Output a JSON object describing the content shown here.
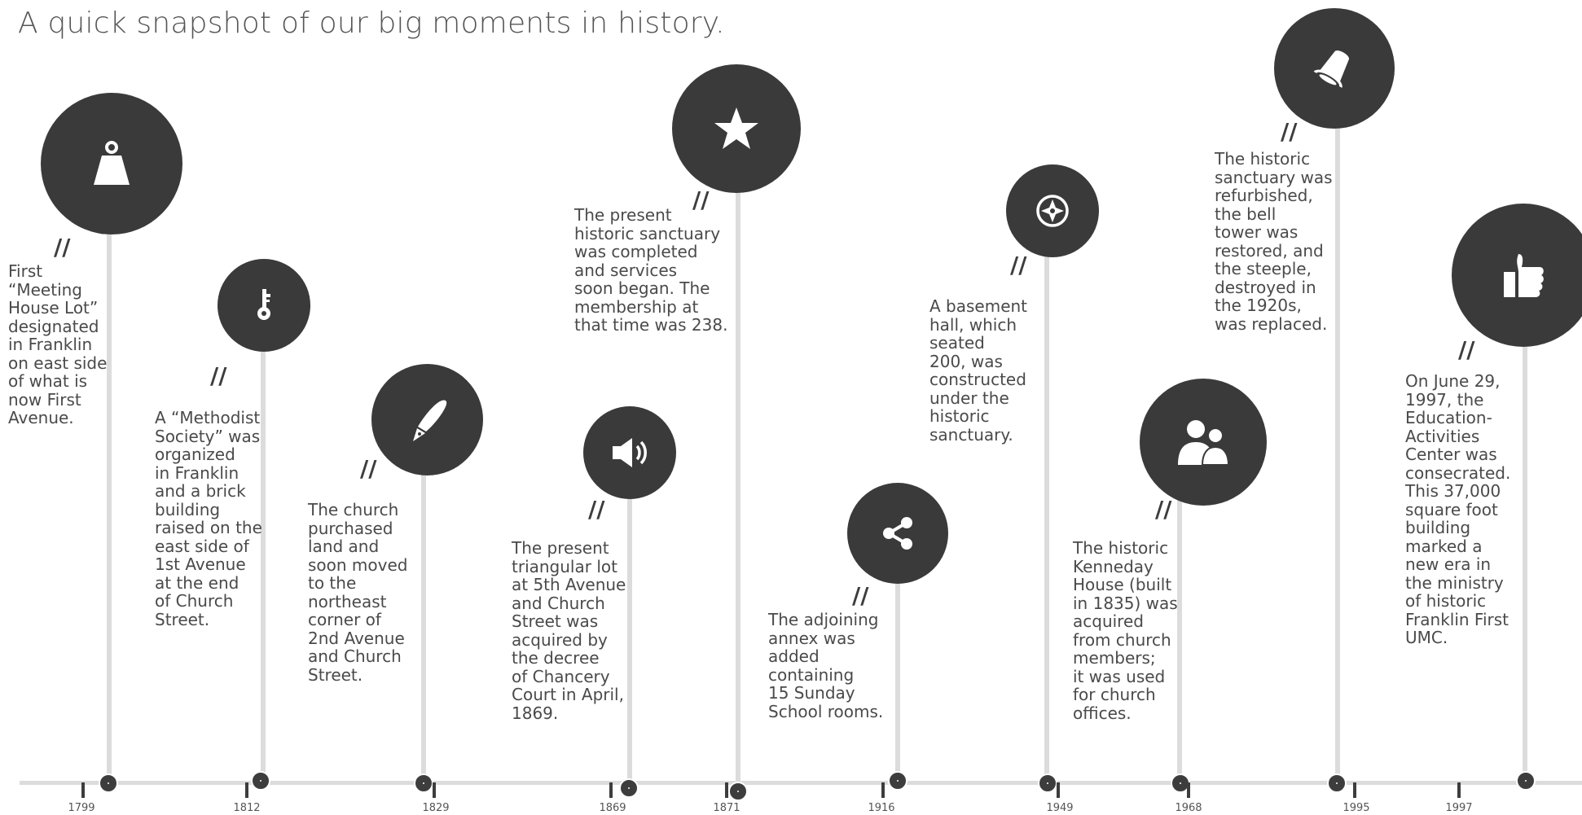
{
  "headline": "A quick snapshot of our big moments in history.",
  "colors": {
    "bubble": "#3b3a3a",
    "axis": "#dcdcdc",
    "text": "#4a4a4a"
  },
  "events": [
    {
      "year": "1799",
      "icon": "weight-icon",
      "text": "First\n“Meeting\nHouse Lot”\ndesignated\nin Franklin\non east side\nof what is\nnow First\nAvenue."
    },
    {
      "year": "1812",
      "icon": "key-icon",
      "text": "A “Methodist\nSociety” was\norganized\nin Franklin\nand a brick\nbuilding\nraised on the\neast side of\n1st Avenue\nat the end\nof Church\nStreet."
    },
    {
      "year": "1829",
      "icon": "pen-icon",
      "text": "The church\npurchased\nland and\nsoon moved\nto the\nnortheast\ncorner of\n2nd Avenue\nand Church\nStreet."
    },
    {
      "year": "1869",
      "icon": "speaker-icon",
      "text": "The present\ntriangular lot\nat 5th Avenue\nand Church\nStreet was\nacquired by\nthe decree\nof Chancery\nCourt in April,\n1869."
    },
    {
      "year": "1871",
      "icon": "star-icon",
      "text": "The present\nhistoric sanctuary\nwas completed\nand services\nsoon began. The\nmembership at\nthat time was 238."
    },
    {
      "year": "1916",
      "icon": "share-icon",
      "text": "The adjoining\nannex was\nadded\ncontaining\n15 Sunday\nSchool rooms."
    },
    {
      "year": "1949",
      "icon": "compass-icon",
      "text": "A basement\nhall, which\nseated\n200, was\nconstructed\nunder the\nhistoric\nsanctuary."
    },
    {
      "year": "1968",
      "icon": "people-icon",
      "text": "The historic\nKenneday\nHouse (built\nin 1835) was\nacquired\nfrom church\nmembers;\nit was used\nfor church\noffices."
    },
    {
      "year": "1995",
      "icon": "bell-icon",
      "text": "The historic\nsanctuary was\nrefurbished,\nthe bell\ntower was\nrestored, and\nthe steeple,\ndestroyed in\nthe 1920s,\nwas replaced."
    },
    {
      "year": "1997",
      "icon": "thumbs-up-icon",
      "text": "On June 29,\n1997, the\nEducation-\nActivities\nCenter was\nconsecrated.\nThis 37,000\nsquare foot\nbuilding\nmarked a\nnew era in\nthe ministry\nof historic\nFranklin First\nUMC."
    }
  ]
}
